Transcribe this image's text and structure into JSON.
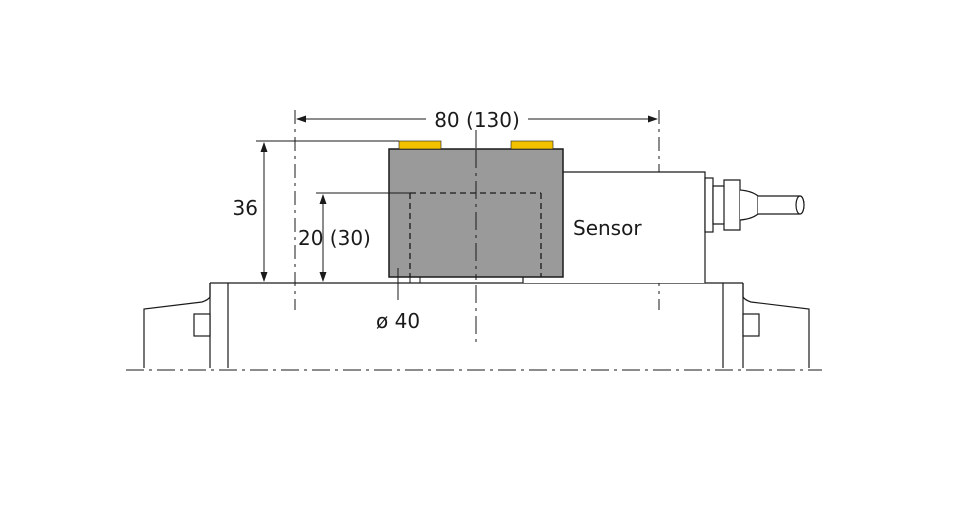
{
  "dimensions": {
    "width_label": "80 (130)",
    "height_total_label": "36",
    "height_inner_label": "20 (30)",
    "diameter_label": "ø 40"
  },
  "labels": {
    "sensor": "Sensor"
  },
  "colors": {
    "sensor_body": "#9a9a9a",
    "led": "#f2c200",
    "line": "#1a1a1a",
    "background": "#ffffff"
  }
}
